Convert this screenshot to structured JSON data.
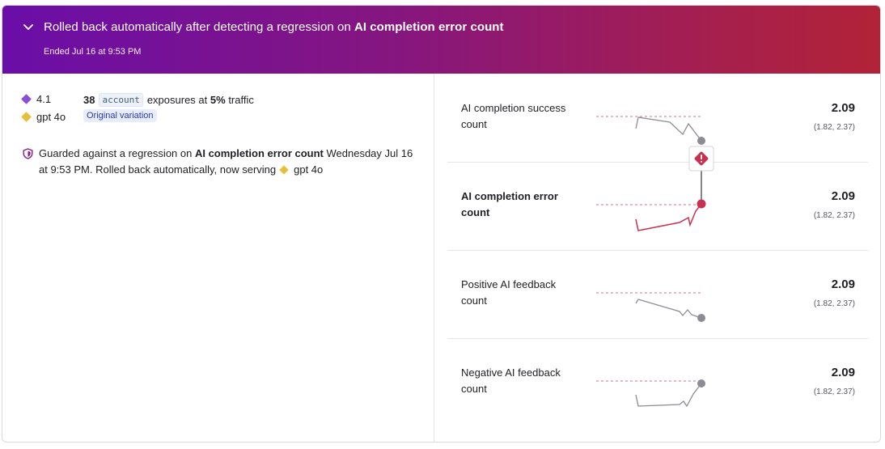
{
  "header": {
    "title_prefix": "Rolled back automatically after detecting a regression on ",
    "title_metric": "AI completion error count",
    "subtitle": "Ended Jul 16 at 9:53 PM"
  },
  "variations": [
    {
      "name": "4.1",
      "color": "#8a4fd6"
    },
    {
      "name": "gpt 4o",
      "color": "#e6c03a"
    }
  ],
  "exposure": {
    "count": "38",
    "context_kind": "account",
    "text_mid": "exposures at",
    "traffic": "5%",
    "text_end": "traffic"
  },
  "original_tag": "Original variation",
  "guard": {
    "prefix": "Guarded against a regression on ",
    "metric": "AI completion error count",
    "middle": " Wednesday Jul 16 at 9:53 PM. Rolled back automatically, now serving",
    "serving": "gpt 4o"
  },
  "metrics": [
    {
      "label": "AI completion success count",
      "value": "2.09",
      "ci": "(1.82, 2.37)",
      "bold": false,
      "status": "neutral"
    },
    {
      "label": "AI completion error count",
      "value": "2.09",
      "ci": "(1.82, 2.37)",
      "bold": true,
      "status": "regression"
    },
    {
      "label": "Positive AI feedback count",
      "value": "2.09",
      "ci": "(1.82, 2.37)",
      "bold": false,
      "status": "neutral"
    },
    {
      "label": "Negative AI feedback count",
      "value": "2.09",
      "ci": "(1.82, 2.37)",
      "bold": false,
      "status": "neutral"
    }
  ],
  "colors": {
    "threshold": "#d9728c",
    "neutral_line": "#8c8c94",
    "regression": "#c8304f"
  }
}
